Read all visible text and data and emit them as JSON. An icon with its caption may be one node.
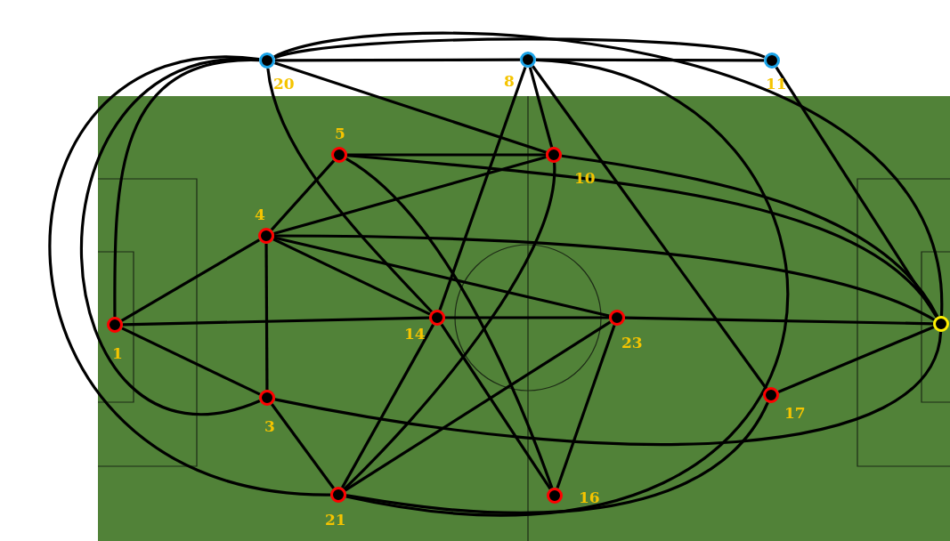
{
  "diagram": {
    "nodes": [
      {
        "text": [
          "20"
        ]
      },
      {
        "text": [
          "8"
        ]
      },
      {
        "text": [
          "11"
        ]
      },
      {
        "text": [
          "5"
        ]
      },
      {
        "text": [
          "10"
        ]
      },
      {
        "text": [
          "4"
        ]
      },
      {
        "text": [
          "1"
        ]
      },
      {
        "text": [
          "14"
        ]
      },
      {
        "text": [
          "23"
        ]
      },
      {
        "text": [
          "3"
        ]
      },
      {
        "text": [
          "17"
        ]
      },
      {
        "text": [
          "21"
        ]
      },
      {
        "text": [
          "16"
        ]
      },
      {
        "text": [],
        "shape": "circle"
      }
    ],
    "edges": [
      {
        "from": 0,
        "to": 1,
        "arrow": "none"
      },
      {
        "from": 1,
        "to": 2,
        "arrow": "none"
      },
      {
        "from": 0,
        "to": 2,
        "arrow": "none"
      },
      {
        "from": 0,
        "to": 13,
        "arrow": "none"
      },
      {
        "from": 0,
        "to": 11,
        "arrow": "none"
      },
      {
        "from": 0,
        "to": 9,
        "arrow": "none"
      },
      {
        "from": 0,
        "to": 6,
        "arrow": "none"
      },
      {
        "from": 0,
        "to": 4,
        "arrow": "none"
      },
      {
        "from": 0,
        "to": 7,
        "arrow": "none"
      },
      {
        "from": 1,
        "to": 4,
        "arrow": "none"
      },
      {
        "from": 1,
        "to": 7,
        "arrow": "none"
      },
      {
        "from": 1,
        "to": 10,
        "arrow": "none"
      },
      {
        "from": 1,
        "to": 11,
        "arrow": "none"
      },
      {
        "from": 2,
        "to": 13,
        "arrow": "none"
      },
      {
        "from": 3,
        "to": 4,
        "arrow": "none"
      },
      {
        "from": 3,
        "to": 5,
        "arrow": "none"
      },
      {
        "from": 3,
        "to": 13,
        "arrow": "none"
      },
      {
        "from": 3,
        "to": 12,
        "arrow": "none"
      },
      {
        "from": 4,
        "to": 5,
        "arrow": "none"
      },
      {
        "from": 4,
        "to": 13,
        "arrow": "none"
      },
      {
        "from": 4,
        "to": 11,
        "arrow": "none"
      },
      {
        "from": 5,
        "to": 6,
        "arrow": "none"
      },
      {
        "from": 5,
        "to": 7,
        "arrow": "none"
      },
      {
        "from": 5,
        "to": 8,
        "arrow": "none"
      },
      {
        "from": 5,
        "to": 9,
        "arrow": "none"
      },
      {
        "from": 5,
        "to": 13,
        "arrow": "none"
      },
      {
        "from": 6,
        "to": 7,
        "arrow": "none"
      },
      {
        "from": 6,
        "to": 9,
        "arrow": "none"
      },
      {
        "from": 7,
        "to": 8,
        "arrow": "none"
      },
      {
        "from": 7,
        "to": 11,
        "arrow": "none"
      },
      {
        "from": 7,
        "to": 12,
        "arrow": "none"
      },
      {
        "from": 8,
        "to": 13,
        "arrow": "none"
      },
      {
        "from": 8,
        "to": 11,
        "arrow": "none"
      },
      {
        "from": 8,
        "to": 12,
        "arrow": "none"
      },
      {
        "from": 9,
        "to": 11,
        "arrow": "none"
      },
      {
        "from": 9,
        "to": 13,
        "arrow": "none"
      },
      {
        "from": 10,
        "to": 13,
        "arrow": "none"
      },
      {
        "from": 10,
        "to": 11,
        "arrow": "none"
      }
    ]
  }
}
